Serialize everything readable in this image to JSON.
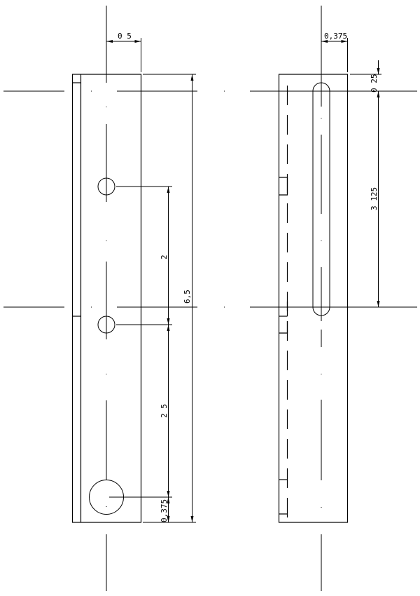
{
  "drawing": {
    "type": "orthographic-technical-drawing",
    "line_color": "#000000",
    "background": "#ffffff",
    "views": [
      {
        "name": "front-view",
        "features": [
          "rectangular-bar",
          "hole-small-top",
          "hole-small-middle",
          "hole-large-bottom",
          "hinge-strip-left"
        ]
      },
      {
        "name": "side-view",
        "features": [
          "rectangular-bar",
          "slot",
          "hidden-edge-left",
          "tabs-left"
        ]
      }
    ],
    "dimensions": {
      "front_width": "0 5",
      "front_hole_spacing": "2",
      "front_total_height": "6,5",
      "front_lower_spacing": "2 5",
      "front_bottom_offset": "0,375",
      "side_slot_offset": "0,375",
      "side_top_offset": "0 25",
      "side_slot_length": "3 125"
    }
  }
}
